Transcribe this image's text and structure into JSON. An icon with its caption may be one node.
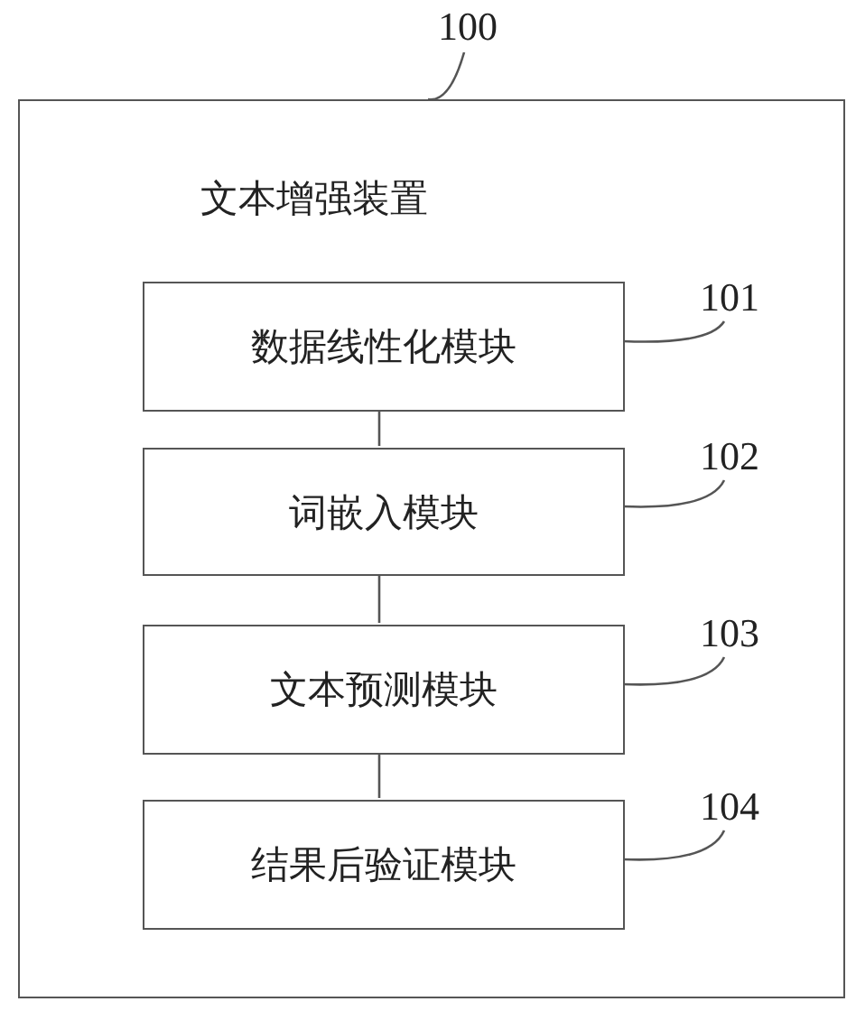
{
  "diagram": {
    "nodes": [
      {
        "text": [
          "文本增强装置"
        ]
      },
      {
        "text": [
          "数据线性化模块"
        ],
        "in": 0
      },
      {
        "text": [
          "词嵌入模块"
        ],
        "in": 0
      },
      {
        "text": [
          "文本预测模块"
        ],
        "in": 0
      },
      {
        "text": [
          "结果后验证模块"
        ],
        "in": 0
      },
      {
        "text": [
          "100"
        ]
      },
      {
        "text": [
          "101"
        ],
        "in": 0
      },
      {
        "text": [
          "102"
        ],
        "in": 0
      },
      {
        "text": [
          "103"
        ],
        "in": 0
      },
      {
        "text": [
          "104"
        ],
        "in": 0
      }
    ],
    "edges": [
      {
        "from": 1,
        "to": 2,
        "arrow": "none"
      },
      {
        "from": 2,
        "to": 3,
        "arrow": "none"
      },
      {
        "from": 3,
        "to": 4,
        "arrow": "none"
      },
      {
        "from": 5,
        "to": 0,
        "arrow": "none"
      },
      {
        "from": 6,
        "to": 1,
        "arrow": "none"
      },
      {
        "from": 7,
        "to": 2,
        "arrow": "none"
      },
      {
        "from": 8,
        "to": 3,
        "arrow": "none"
      },
      {
        "from": 9,
        "to": 4,
        "arrow": "none"
      }
    ]
  }
}
